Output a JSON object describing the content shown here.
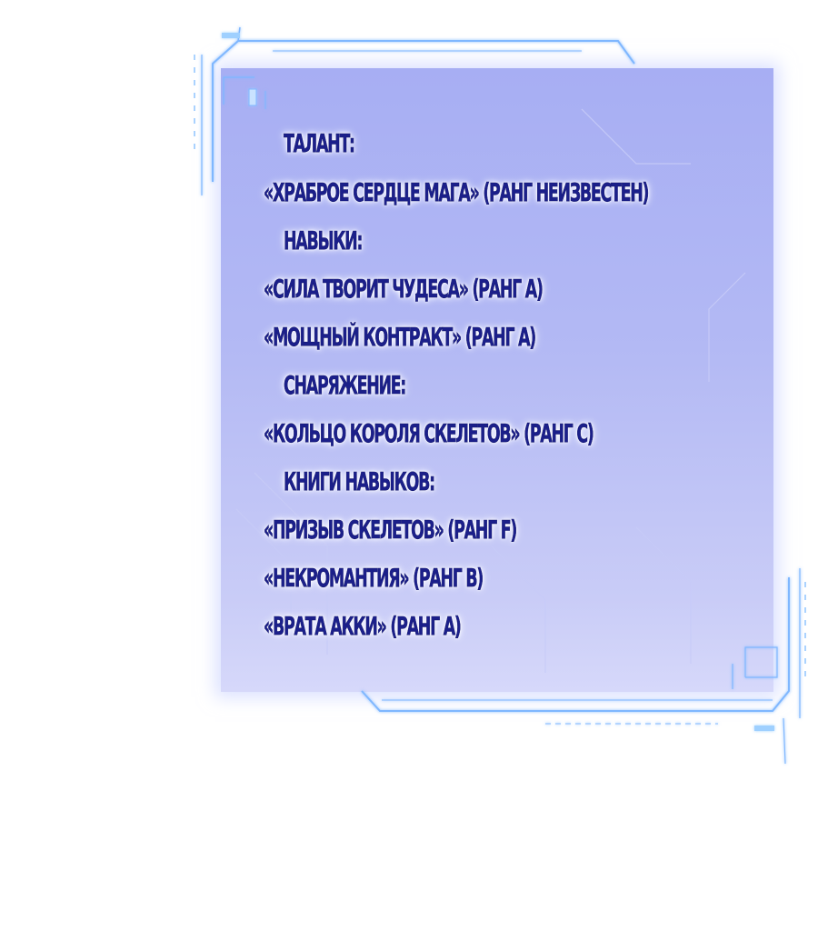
{
  "status_window": {
    "lines": [
      "ТАЛАНТ:",
      "«ХРАБРОЕ СЕРДЦЕ МАГА» (РАНГ НЕИЗВЕСТЕН)",
      "НАВЫКИ:",
      "«СИЛА ТВОРИТ ЧУДЕСА» (РАНГ А)",
      "«МОЩНЫЙ КОНТРАКТ» (РАНГ А)",
      "СНАРЯЖЕНИЕ:",
      "«КОЛЬЦО КОРОЛЯ СКЕЛЕТОВ» (РАНГ С)",
      "КНИГИ НАВЫКОВ:",
      "«ПРИЗЫВ СКЕЛЕТОВ» (РАНГ F)",
      "«НЕКРОМАНТИЯ» (РАНГ В)",
      "«ВРАТА АККИ» (РАНГ А)"
    ]
  },
  "colors": {
    "panel": "#b3b9f4",
    "text": "#1b1f8a",
    "glow": "#ffffff",
    "frame": "#8fc4ff"
  }
}
